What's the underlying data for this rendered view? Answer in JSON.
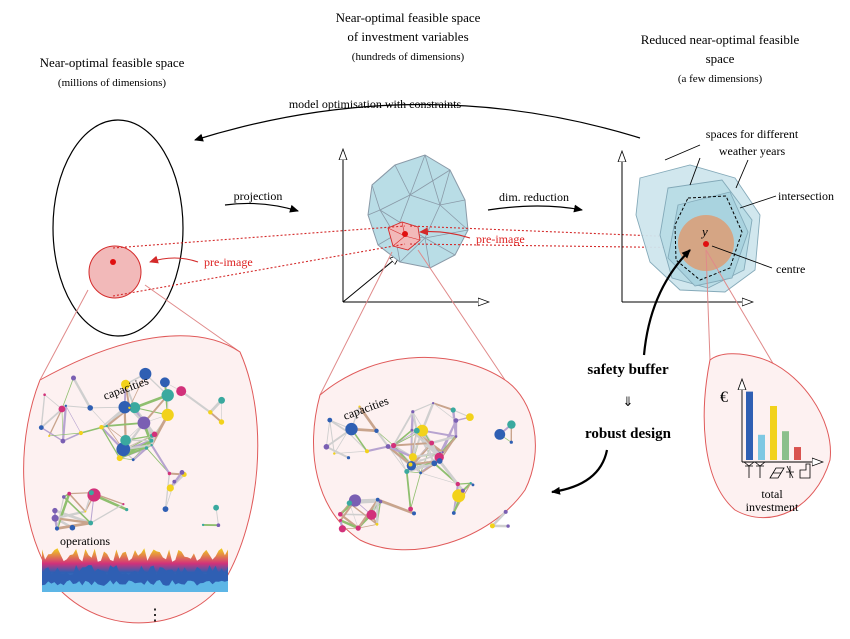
{
  "titles": {
    "left_title": "Near-optimal feasible space",
    "left_sub": "(millions of dimensions)",
    "mid_title_1": "Near-optimal feasible space",
    "mid_title_2": "of investment variables",
    "mid_sub": "(hundreds of dimensions)",
    "right_title_1": "Reduced near-optimal feasible",
    "right_title_2": "space",
    "right_sub": "(a few dimensions)"
  },
  "arrows": {
    "top": "model optimisation with constraints",
    "projection": "projection",
    "dim_reduction": "dim. reduction"
  },
  "labels": {
    "pre_image_left": "pre-image",
    "pre_image_mid": "pre-image",
    "spaces_1": "spaces for different",
    "spaces_2": "weather years",
    "intersection": "intersection",
    "centre": "centre",
    "y": "y",
    "safety_buffer": "safety buffer",
    "implies": "⇓",
    "robust_design": "robust design",
    "capacities_left": "capacities",
    "capacities_mid": "capacities",
    "operations": "operations",
    "dots": "⋮",
    "euro": "€",
    "total": "total",
    "investment": "investment"
  },
  "colors": {
    "red": "#d42a2a",
    "blue_fill": "#b9dde6",
    "orange_fill": "#d9a07a",
    "bar_colors": [
      "#2f5fb3",
      "#7ec8e3",
      "#f2d21b",
      "#8cc08c",
      "#d9534f"
    ]
  },
  "bars": [
    0.95,
    0.35,
    0.75,
    0.4,
    0.18
  ]
}
